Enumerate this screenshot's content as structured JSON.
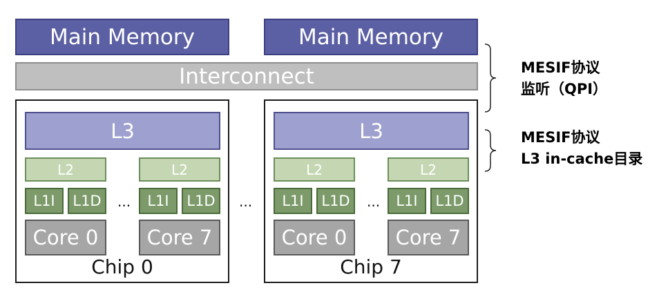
{
  "main_memory": [
    "Main Memory",
    "Main Memory"
  ],
  "interconnect": "Interconnect",
  "chips": [
    {
      "l3": "L3",
      "label": "Chip 0",
      "cores": [
        {
          "l2": "L2",
          "l1i": "L1I",
          "l1d": "L1D",
          "core": "Core 0"
        },
        {
          "l2": "L2",
          "l1i": "L1I",
          "l1d": "L1D",
          "core": "Core 7"
        }
      ]
    },
    {
      "l3": "L3",
      "label": "Chip 7",
      "cores": [
        {
          "l2": "L2",
          "l1i": "L1I",
          "l1d": "L1D",
          "core": "Core 0"
        },
        {
          "l2": "L2",
          "l1i": "L1I",
          "l1d": "L1D",
          "core": "Core 7"
        }
      ]
    }
  ],
  "ellipsis": "...",
  "notes": {
    "top": {
      "line1": "MESIF协议",
      "line2": "监听（QPI）"
    },
    "bottom": {
      "line1": "MESIF协议",
      "line2": "L3 in-cache目录"
    }
  }
}
